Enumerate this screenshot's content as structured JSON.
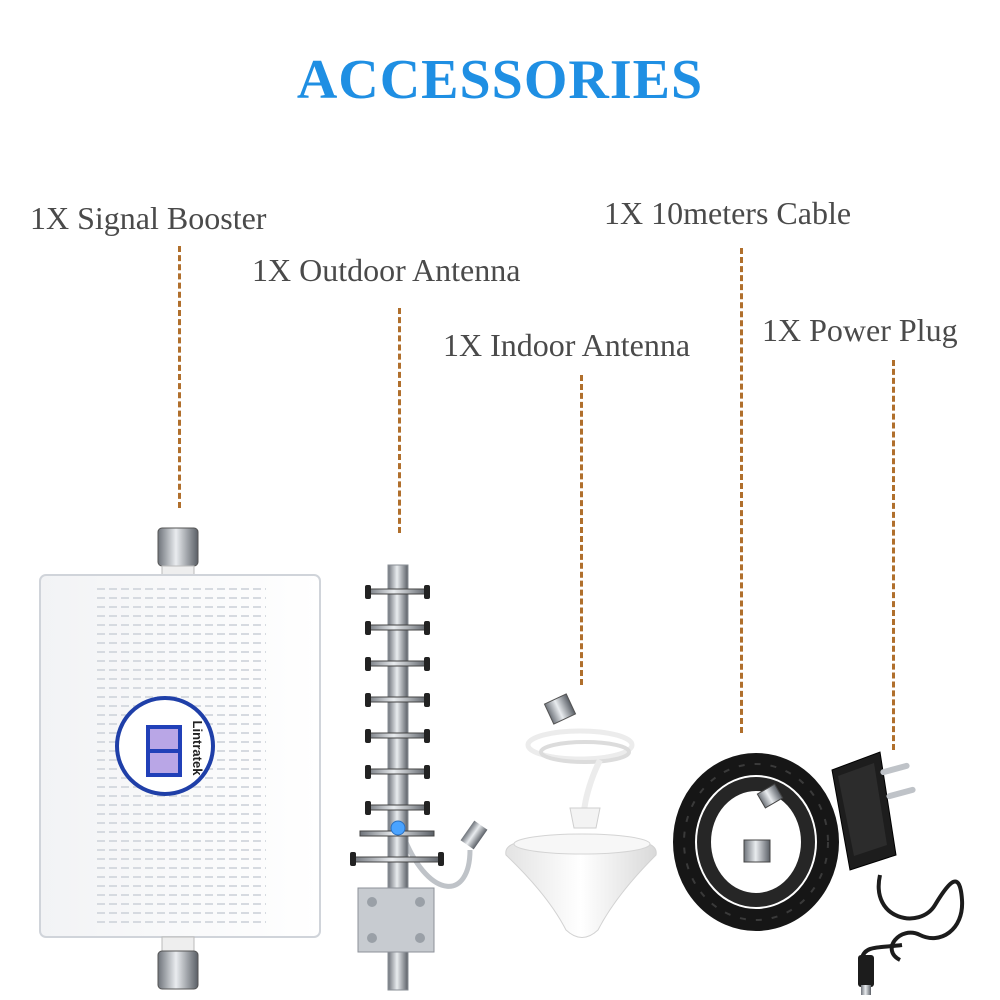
{
  "title": "ACCESSORIES",
  "items": [
    {
      "label": "1X Signal Booster"
    },
    {
      "label": "1X Outdoor Antenna"
    },
    {
      "label": "1X Indoor Antenna"
    },
    {
      "label": "1X 10meters Cable"
    },
    {
      "label": "1X Power Plug"
    }
  ],
  "brand": "Lintratek",
  "colors": {
    "title": "#1f8fe3",
    "label": "#4a4a4a",
    "leader": "#b06f2c"
  }
}
